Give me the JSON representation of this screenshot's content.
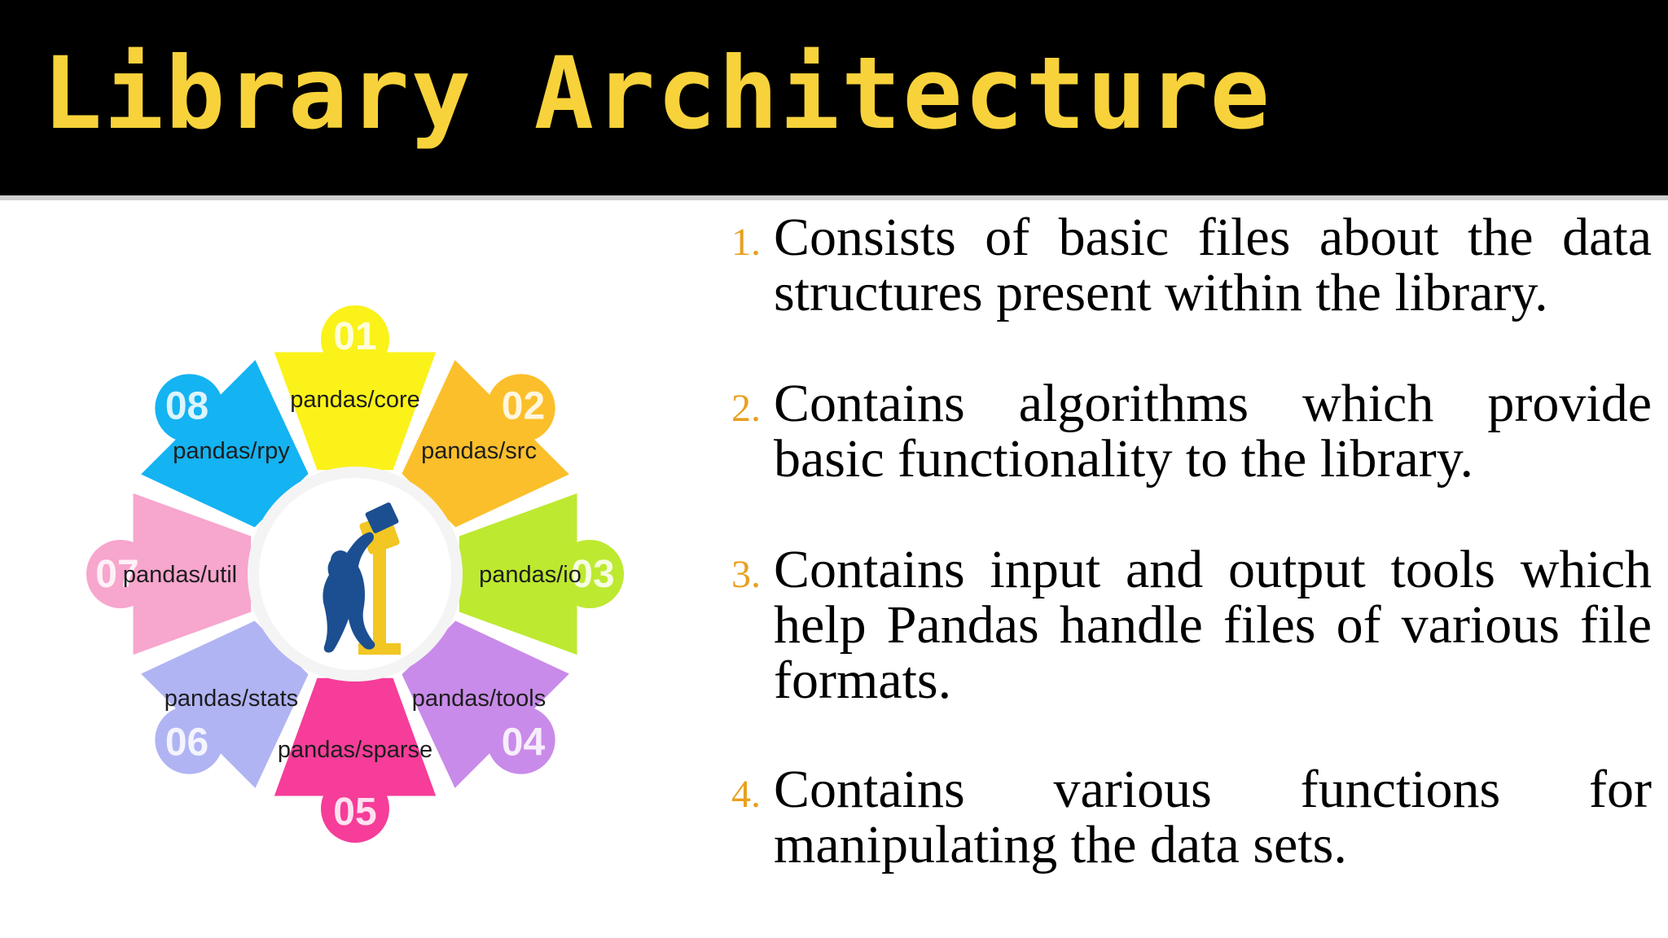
{
  "slide": {
    "title": "Library Architecture"
  },
  "wheel": {
    "segments": [
      {
        "number": "01",
        "label": "pandas/core",
        "color": "#faf219"
      },
      {
        "number": "02",
        "label": "pandas/src",
        "color": "#fbbf2b"
      },
      {
        "number": "03",
        "label": "pandas/io",
        "color": "#bde930"
      },
      {
        "number": "04",
        "label": "pandas/tools",
        "color": "#c98be9"
      },
      {
        "number": "05",
        "label": "pandas/sparse",
        "color": "#f63d99"
      },
      {
        "number": "06",
        "label": "pandas/stats",
        "color": "#b0b4f3"
      },
      {
        "number": "07",
        "label": "pandas/util",
        "color": "#f7a6cd"
      },
      {
        "number": "08",
        "label": "pandas/rpy",
        "color": "#14b3f2"
      }
    ],
    "center_icon": "pandas-logo-icon"
  },
  "points": [
    {
      "number": "1.",
      "text": "Consists of basic files about the data structures present within the library."
    },
    {
      "number": "2.",
      "text": "Contains algorithms which provide basic functionality to the library."
    },
    {
      "number": "3.",
      "text": "Contains input and output tools which help Pandas handle files of various file formats."
    },
    {
      "number": "4.",
      "text": "Contains various functions for manipulating the data sets."
    }
  ],
  "colors": {
    "title_bar": "#000000",
    "title_text": "#f7d23a",
    "number_accent": "#e8a020",
    "logo_blue": "#1b4f91",
    "logo_yellow": "#f2c623"
  }
}
